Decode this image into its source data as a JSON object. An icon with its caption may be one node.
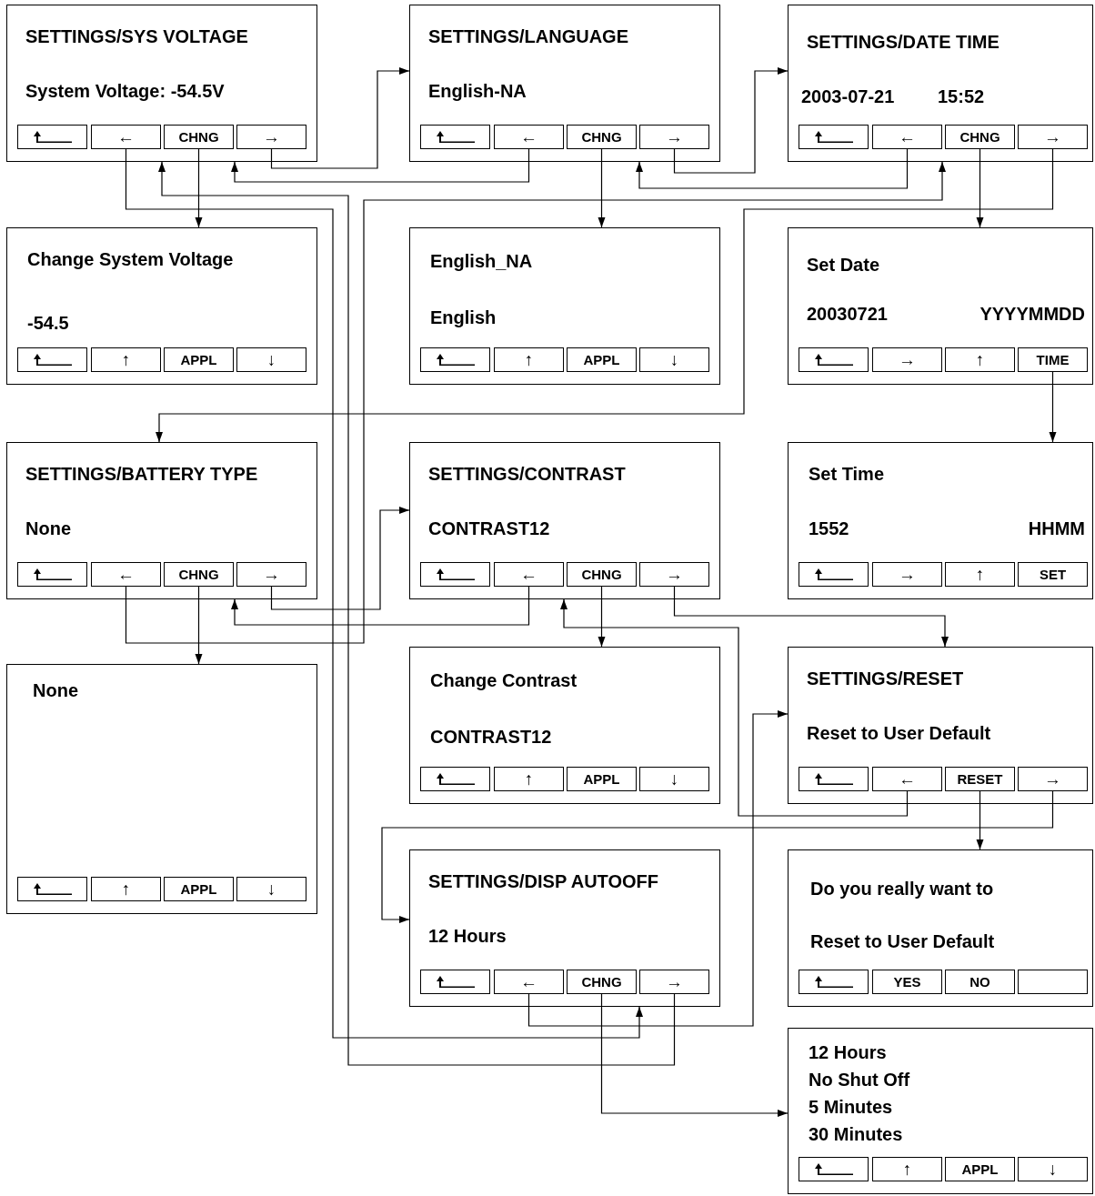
{
  "diagram": {
    "nodes": [
      {
        "text": [
          "SETTINGS/SYS VOLTAGE",
          "System Voltage: -54.5V"
        ]
      },
      {
        "text": [],
        "shape": "box",
        "in": 0
      },
      {
        "text": [
          "←"
        ],
        "in": 0
      },
      {
        "text": [
          "CHNG"
        ],
        "in": 0
      },
      {
        "text": [
          "→"
        ],
        "in": 0
      },
      {
        "text": [
          "SETTINGS/LANGUAGE",
          "English-NA"
        ]
      },
      {
        "text": [],
        "shape": "box",
        "in": 5
      },
      {
        "text": [
          "←"
        ],
        "in": 5
      },
      {
        "text": [
          "CHNG"
        ],
        "in": 5
      },
      {
        "text": [
          "→"
        ],
        "in": 5
      },
      {
        "text": [
          "SETTINGS/DATE TIME",
          "2003-07-21",
          "15:52"
        ]
      },
      {
        "text": [],
        "shape": "box",
        "in": 10
      },
      {
        "text": [
          "←"
        ],
        "in": 10
      },
      {
        "text": [
          "CHNG"
        ],
        "in": 10
      },
      {
        "text": [
          "→"
        ],
        "in": 10
      },
      {
        "text": [
          "Change System Voltage",
          "-54.5"
        ]
      },
      {
        "text": [],
        "shape": "box",
        "in": 15
      },
      {
        "text": [
          "↑"
        ],
        "in": 15
      },
      {
        "text": [
          "APPL"
        ],
        "in": 15
      },
      {
        "text": [
          "↓"
        ],
        "in": 15
      },
      {
        "text": [
          "English_NA",
          "English"
        ]
      },
      {
        "text": [],
        "shape": "box",
        "in": 20
      },
      {
        "text": [
          "↑"
        ],
        "in": 20
      },
      {
        "text": [
          "APPL"
        ],
        "in": 20
      },
      {
        "text": [
          "↓"
        ],
        "in": 20
      },
      {
        "text": [
          "Set Date",
          "20030721",
          "YYYYMMDD"
        ]
      },
      {
        "text": [],
        "shape": "box",
        "in": 25
      },
      {
        "text": [
          "→"
        ],
        "in": 25
      },
      {
        "text": [
          "↑"
        ],
        "in": 25
      },
      {
        "text": [
          "TIME"
        ],
        "in": 25
      },
      {
        "text": [
          "SETTINGS/BATTERY TYPE",
          "None"
        ]
      },
      {
        "text": [],
        "shape": "box",
        "in": 30
      },
      {
        "text": [
          "←"
        ],
        "in": 30
      },
      {
        "text": [
          "CHNG"
        ],
        "in": 30
      },
      {
        "text": [
          "→"
        ],
        "in": 30
      },
      {
        "text": [
          "SETTINGS/CONTRAST",
          "CONTRAST12"
        ]
      },
      {
        "text": [],
        "shape": "box",
        "in": 35
      },
      {
        "text": [
          "←"
        ],
        "in": 35
      },
      {
        "text": [
          "CHNG"
        ],
        "in": 35
      },
      {
        "text": [
          "→"
        ],
        "in": 35
      },
      {
        "text": [
          "Set Time",
          "1552",
          "HHMM"
        ]
      },
      {
        "text": [],
        "shape": "box",
        "in": 40
      },
      {
        "text": [
          "→"
        ],
        "in": 40
      },
      {
        "text": [
          "↑"
        ],
        "in": 40
      },
      {
        "text": [
          "SET"
        ],
        "in": 40
      },
      {
        "text": [
          "None"
        ]
      },
      {
        "text": [],
        "shape": "box",
        "in": 45
      },
      {
        "text": [
          "↑"
        ],
        "in": 45
      },
      {
        "text": [
          "APPL"
        ],
        "in": 45
      },
      {
        "text": [
          "↓"
        ],
        "in": 45
      },
      {
        "text": [
          "Change Contrast",
          "CONTRAST12"
        ]
      },
      {
        "text": [],
        "shape": "box",
        "in": 50
      },
      {
        "text": [
          "↑"
        ],
        "in": 50
      },
      {
        "text": [
          "APPL"
        ],
        "in": 50
      },
      {
        "text": [
          "↓"
        ],
        "in": 50
      },
      {
        "text": [
          "SETTINGS/RESET",
          "Reset to User Default"
        ]
      },
      {
        "text": [],
        "shape": "box",
        "in": 55
      },
      {
        "text": [
          "←"
        ],
        "in": 55
      },
      {
        "text": [
          "RESET"
        ],
        "in": 55
      },
      {
        "text": [
          "→"
        ],
        "in": 55
      },
      {
        "text": [
          "SETTINGS/DISP AUTOOFF",
          "12 Hours"
        ]
      },
      {
        "text": [],
        "shape": "box",
        "in": 60
      },
      {
        "text": [
          "←"
        ],
        "in": 60
      },
      {
        "text": [
          "CHNG"
        ],
        "in": 60
      },
      {
        "text": [
          "→"
        ],
        "in": 60
      },
      {
        "text": [
          "Do you really want to",
          "Reset to User Default"
        ]
      },
      {
        "text": [],
        "shape": "box",
        "in": 65
      },
      {
        "text": [
          "YES"
        ],
        "in": 65
      },
      {
        "text": [
          "NO"
        ],
        "in": 65
      },
      {
        "text": [],
        "shape": "box",
        "in": 65
      },
      {
        "text": [
          "12 Hours",
          "No Shut Off",
          "5 Minutes",
          "30 Minutes"
        ]
      },
      {
        "text": [],
        "shape": "box",
        "in": 70
      },
      {
        "text": [
          "↑"
        ],
        "in": 70
      },
      {
        "text": [
          "APPL"
        ],
        "in": 70
      },
      {
        "text": [
          "↓"
        ],
        "in": 70
      }
    ],
    "edges": [
      {
        "from": 4,
        "to": 5,
        "arrow": "to"
      },
      {
        "from": 7,
        "to": 0,
        "arrow": "to"
      },
      {
        "from": 3,
        "to": 15,
        "arrow": "to"
      },
      {
        "from": 2,
        "to": 60,
        "arrow": "to"
      },
      {
        "from": 64,
        "to": 0,
        "arrow": "to"
      },
      {
        "from": 8,
        "to": 20,
        "arrow": "to"
      },
      {
        "from": 9,
        "to": 10,
        "arrow": "to"
      },
      {
        "from": 12,
        "to": 5,
        "arrow": "to"
      },
      {
        "from": 13,
        "to": 25,
        "arrow": "to"
      },
      {
        "from": 14,
        "to": 30,
        "arrow": "to"
      },
      {
        "from": 32,
        "to": 10,
        "arrow": "to"
      },
      {
        "from": 33,
        "to": 45,
        "arrow": "to"
      },
      {
        "from": 34,
        "to": 35,
        "arrow": "to"
      },
      {
        "from": 37,
        "to": 30,
        "arrow": "to"
      },
      {
        "from": 38,
        "to": 50,
        "arrow": "to"
      },
      {
        "from": 39,
        "to": 55,
        "arrow": "to"
      },
      {
        "from": 29,
        "to": 40,
        "arrow": "to"
      },
      {
        "from": 57,
        "to": 35,
        "arrow": "to"
      },
      {
        "from": 58,
        "to": 65,
        "arrow": "to"
      },
      {
        "from": 59,
        "to": 60,
        "arrow": "to"
      },
      {
        "from": 62,
        "to": 55,
        "arrow": "to"
      },
      {
        "from": 63,
        "to": 70,
        "arrow": "to"
      }
    ]
  }
}
